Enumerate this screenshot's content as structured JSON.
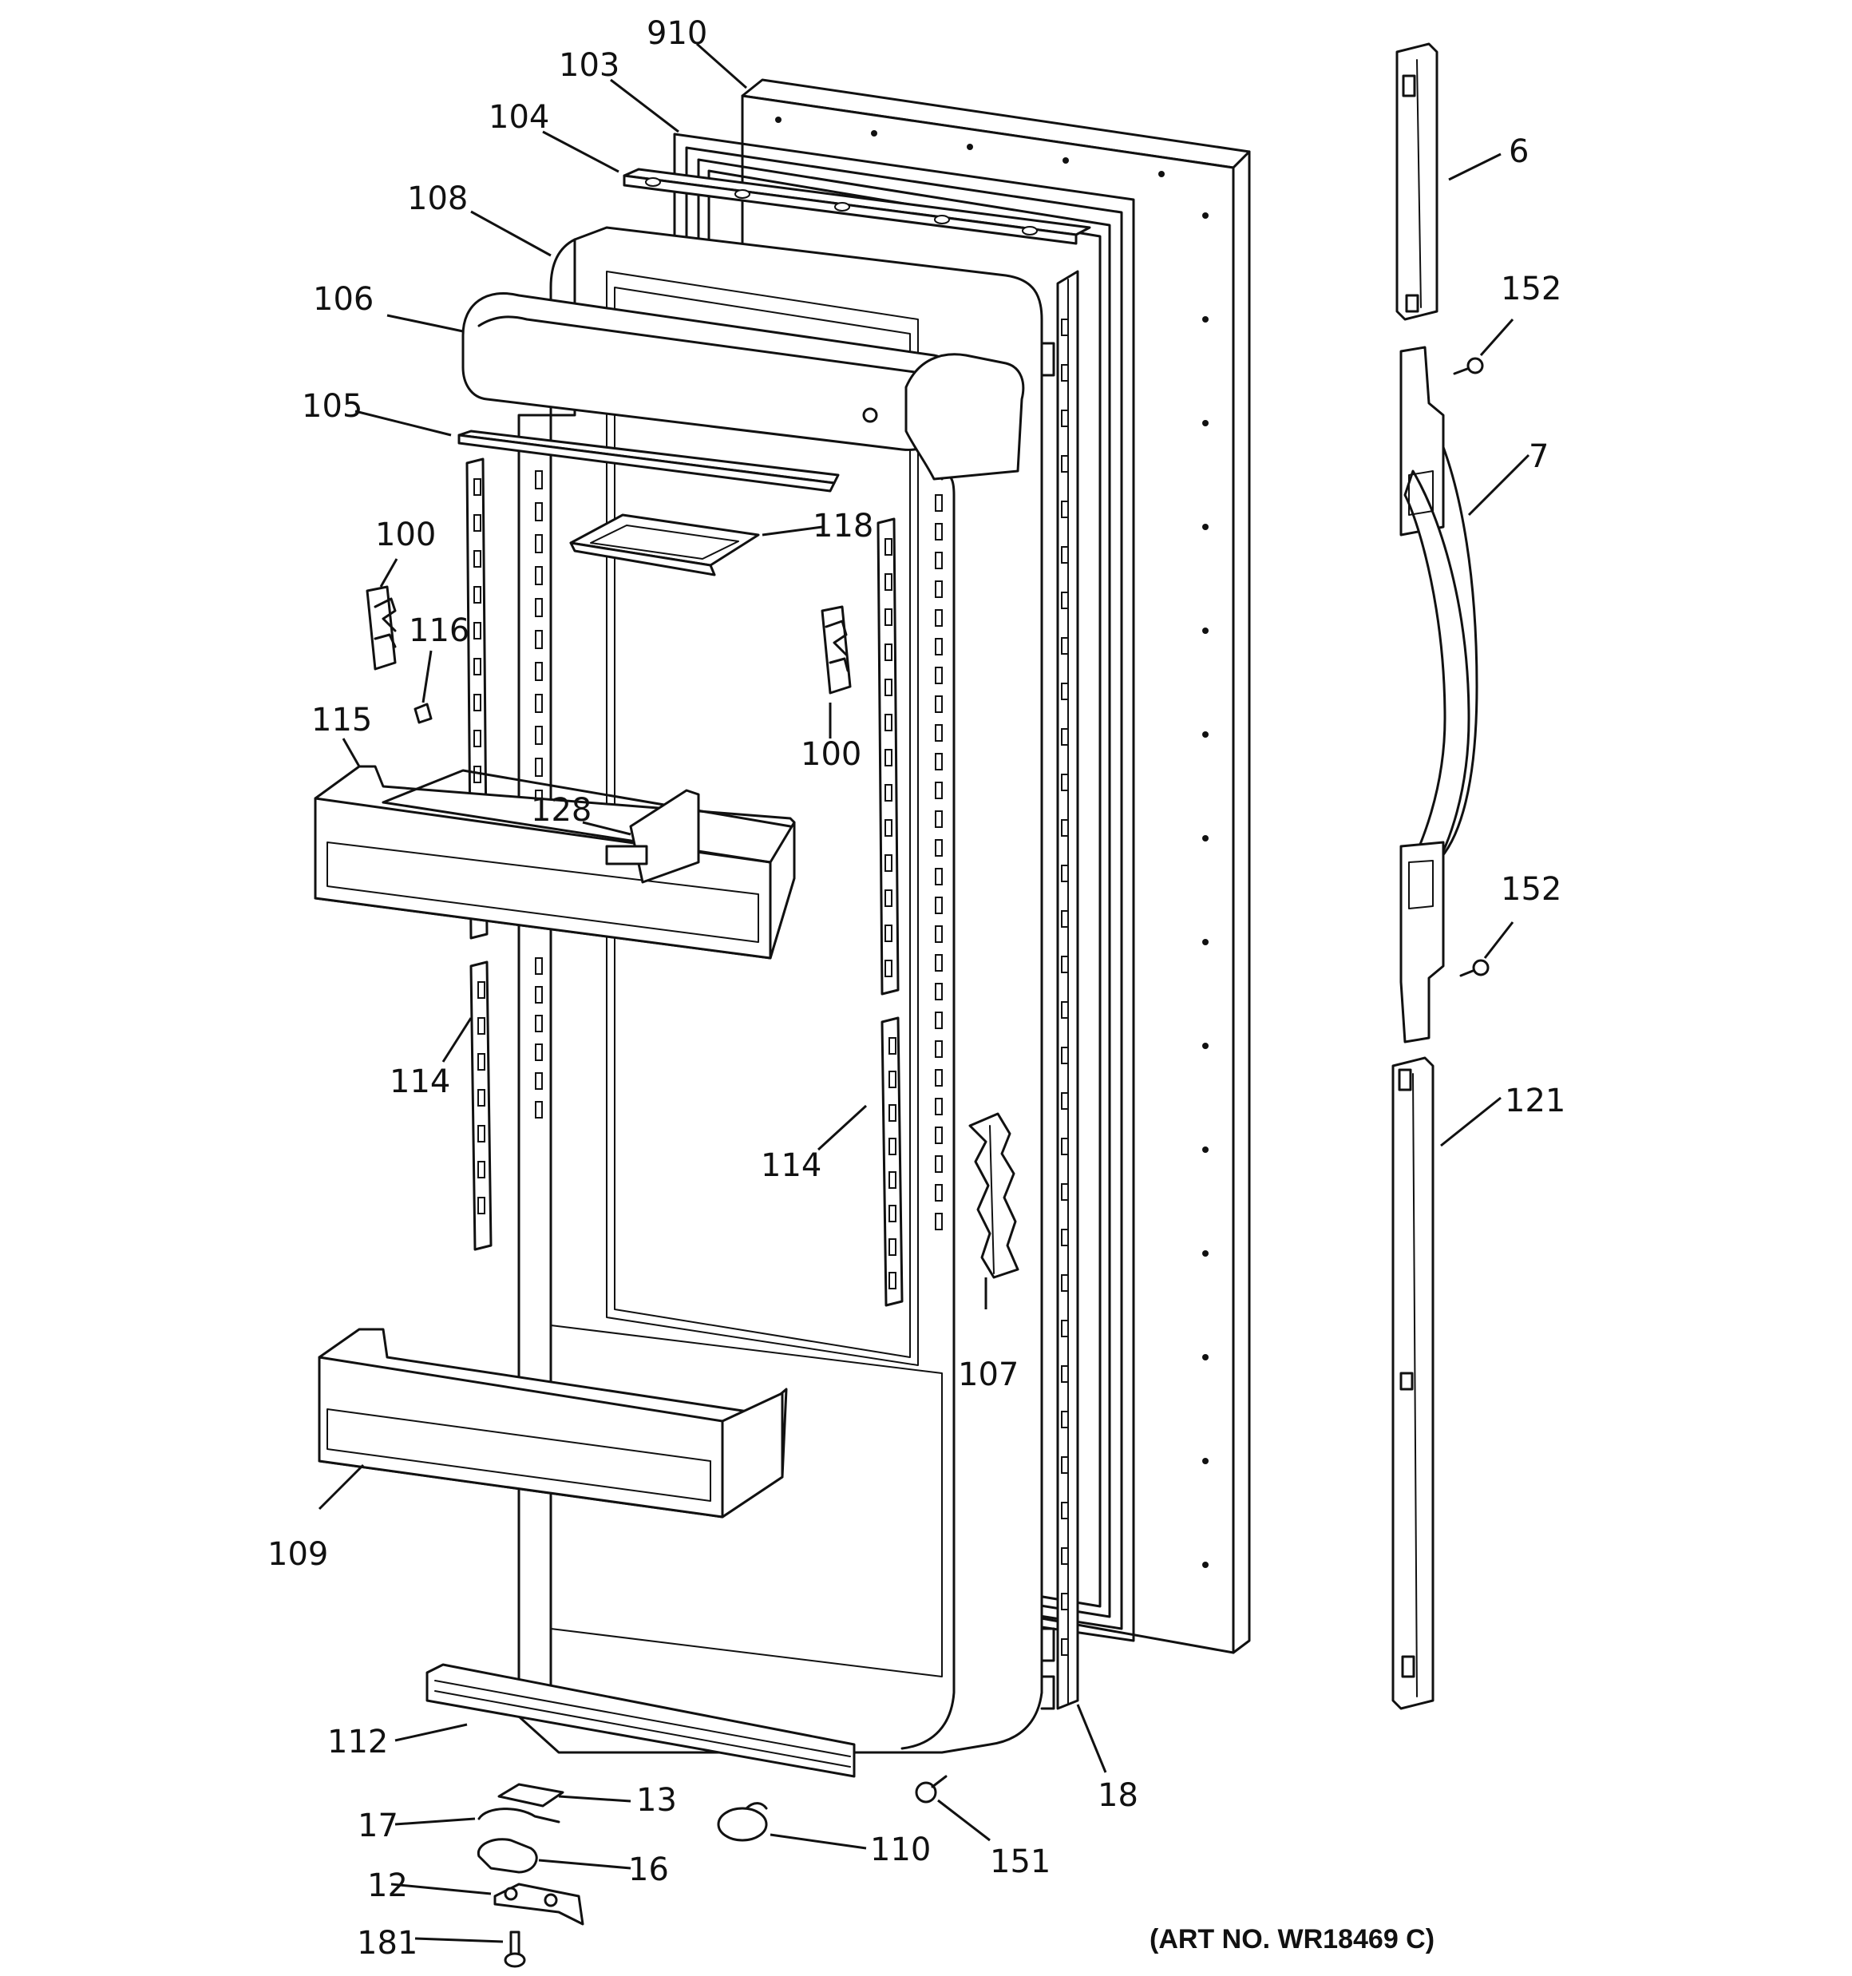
{
  "diagram": {
    "art_number": "(ART NO. WR18469 C)",
    "labels": {
      "p910": "910",
      "p103": "103",
      "p104": "104",
      "p108": "108",
      "p106": "106",
      "p105": "105",
      "p118": "118",
      "p100a": "100",
      "p100b": "100",
      "p116": "116",
      "p115": "115",
      "p128": "128",
      "p114a": "114",
      "p114b": "114",
      "p107": "107",
      "p109": "109",
      "p112": "112",
      "p13": "13",
      "p17": "17",
      "p16": "16",
      "p12": "12",
      "p181": "181",
      "p110": "110",
      "p151": "151",
      "p18": "18",
      "p6": "6",
      "p152a": "152",
      "p7": "7",
      "p152b": "152",
      "p121": "121"
    }
  }
}
